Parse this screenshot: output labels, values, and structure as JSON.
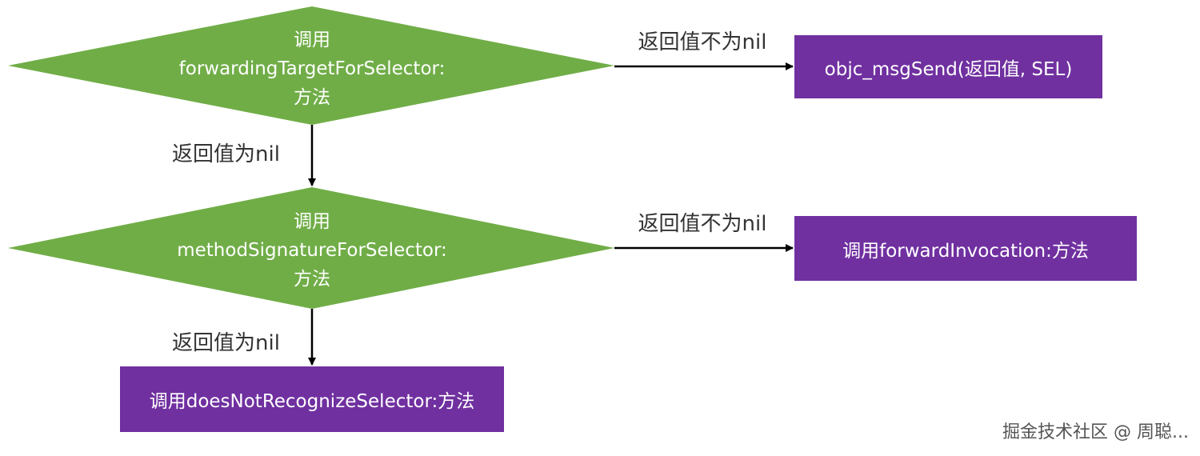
{
  "colors": {
    "decision_fill": "#70ad47",
    "process_fill": "#7030a0",
    "arrow": "#000000"
  },
  "decisions": [
    {
      "line1": "调用",
      "line2": "forwardingTargetForSelector:",
      "line3": "方法"
    },
    {
      "line1": "调用",
      "line2": "methodSignatureForSelector:",
      "line3": "方法"
    }
  ],
  "processes": [
    {
      "label": "objc_msgSend(返回值, SEL)"
    },
    {
      "label": "调用forwardInvocation:方法"
    },
    {
      "label": "调用doesNotRecognizeSelector:方法"
    }
  ],
  "edges": [
    {
      "label": "返回值不为nil"
    },
    {
      "label": "返回值为nil"
    },
    {
      "label": "返回值不为nil"
    },
    {
      "label": "返回值为nil"
    }
  ],
  "watermark": "掘金技术社区 @ 周聪..."
}
